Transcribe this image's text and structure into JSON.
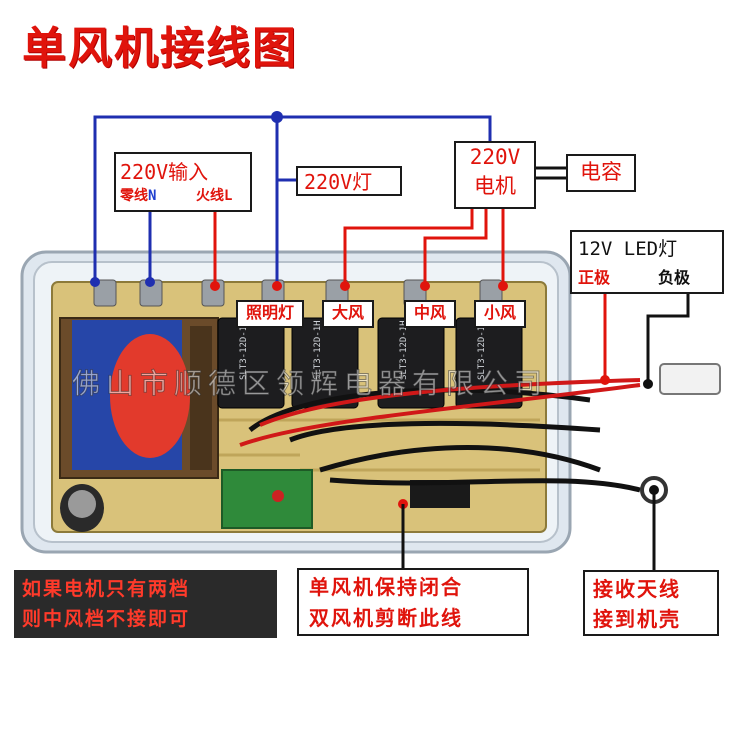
{
  "title": "单风机接线图",
  "labels": {
    "input_220v": "220V输入",
    "neutral": "零线",
    "neutral_mark": "N",
    "live": "火线",
    "live_mark": "L",
    "lamp_220v": "220V灯",
    "motor_220v_line1": "220V",
    "motor_220v_line2": "电机",
    "capacitor": "电容",
    "led_12v": "12V LED灯",
    "positive": "正极",
    "negative": "负极"
  },
  "relay_tags": {
    "lighting": "照明灯",
    "high": "大风",
    "medium": "中风",
    "low": "小风"
  },
  "notes": {
    "two_speed_line1": "如果电机只有两档",
    "two_speed_line2": "则中风档不接即可",
    "single_fan_line1": "单风机保持闭合",
    "single_fan_line2": "双风机剪断此线",
    "antenna_line1": "接收天线",
    "antenna_line2": "接到机壳"
  },
  "watermark": "佛山市顺德区领辉电器有限公司",
  "colors": {
    "title_red": "#e0140c",
    "wire_blue": "#1f2fb0",
    "wire_red": "#e0140c",
    "board": "#d9c27a"
  }
}
